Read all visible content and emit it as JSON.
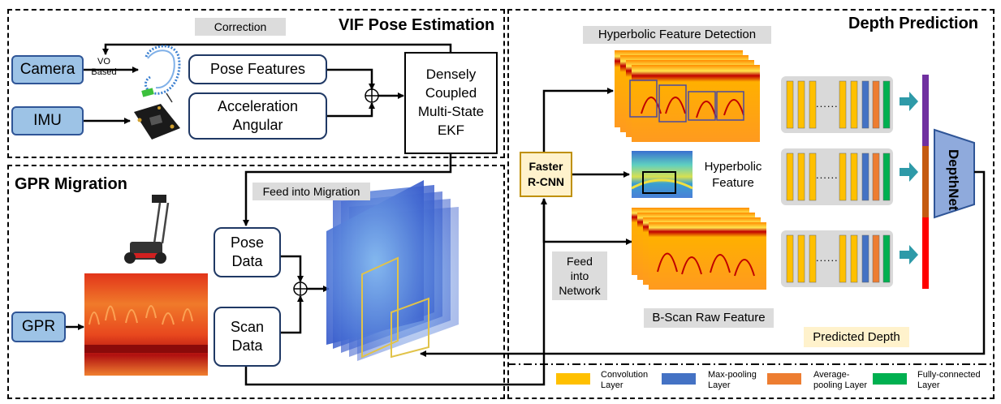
{
  "sections": {
    "vif_title": "VIF Pose Estimation",
    "gpr_title": "GPR Migration",
    "depth_title": "Depth Prediction"
  },
  "vif": {
    "correction": "Correction",
    "camera": "Camera",
    "imu": "IMU",
    "vo_based": "VO\nBased",
    "pose_features": "Pose Features",
    "acceleration": "Acceleration\nAngular",
    "ekf": "Densely\nCoupled\nMulti-State\nEKF"
  },
  "gpr": {
    "feed_migration": "Feed into Migration",
    "gpr": "GPR",
    "pose_data": "Pose\nData",
    "scan_data": "Scan\nData"
  },
  "depth": {
    "faster_rcnn": "Faster\nR-CNN",
    "hyperbolic_detection": "Hyperbolic Feature Detection",
    "hyperbolic_feature": "Hyperbolic\nFeature",
    "feed_network": "Feed\ninto\nNetwork",
    "bscan_raw": "B-Scan Raw Feature",
    "predicted_depth": "Predicted Depth",
    "depthnet": "DepthNet",
    "dots": "......"
  },
  "legend": [
    {
      "label": "Convolution\nLayer",
      "color": "#ffc000"
    },
    {
      "label": "Max-pooling\nLayer",
      "color": "#4472c4"
    },
    {
      "label": "Average-\npooling Layer",
      "color": "#ed7d31"
    },
    {
      "label": "Fully-connected\nLayer",
      "color": "#00b050"
    }
  ],
  "colors": {
    "input_fill": "#9dc3e6",
    "input_border": "#2f5597",
    "faster_fill": "#fff2cc",
    "faster_border": "#bf9000",
    "depthnet_fill": "#8faadc",
    "bar_purple": "#7030a0",
    "bar_brown": "#c55a11",
    "bar_red": "#ff0000",
    "teal_arrow": "#2e9aa8"
  },
  "icons": [
    "camera-trajectory-icon",
    "imu-board-icon",
    "gpr-cart-icon"
  ]
}
